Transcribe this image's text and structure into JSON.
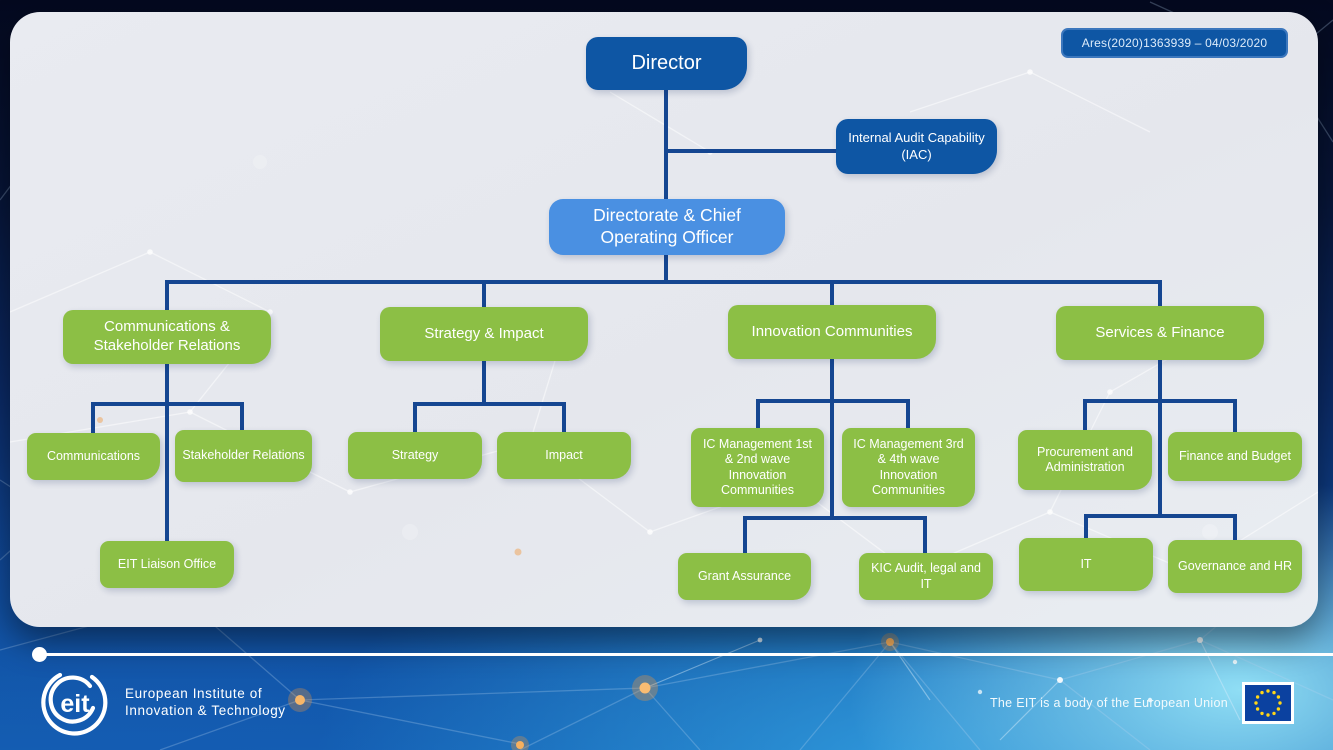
{
  "header": {
    "reference": "Ares(2020)1363939 – 04/03/2020"
  },
  "org": {
    "director": {
      "label": "Director"
    },
    "internal_audit": {
      "label": "Internal Audit Capability (IAC)"
    },
    "coo": {
      "label": "Directorate & Chief Operating Officer"
    },
    "departments": {
      "communications_stakeholder": {
        "label": "Communications & Stakeholder Relations"
      },
      "strategy_impact": {
        "label": "Strategy & Impact"
      },
      "innovation_communities": {
        "label": "Innovation Communities"
      },
      "services_finance": {
        "label": "Services & Finance"
      }
    },
    "units": {
      "communications": {
        "label": "Communications"
      },
      "stakeholder_relations": {
        "label": "Stakeholder Relations"
      },
      "eit_liaison_office": {
        "label": "EIT Liaison Office"
      },
      "strategy": {
        "label": "Strategy"
      },
      "impact": {
        "label": "Impact"
      },
      "ic_management_wave12": {
        "label": "IC Management 1st & 2nd wave Innovation Communities"
      },
      "ic_management_wave34": {
        "label": "IC Management 3rd & 4th wave Innovation Communities"
      },
      "grant_assurance": {
        "label": "Grant Assurance"
      },
      "kic_audit_legal_it": {
        "label": "KIC Audit, legal and IT"
      },
      "procurement_administration": {
        "label": "Procurement and Administration"
      },
      "finance_budget": {
        "label": "Finance and Budget"
      },
      "it": {
        "label": "IT"
      },
      "governance_hr": {
        "label": "Governance and HR"
      }
    }
  },
  "footer": {
    "logo_text": "eit",
    "institute_name_line1": "European Institute of",
    "institute_name_line2": "Innovation & Technology",
    "eu_body_note": "The EIT is a body of the European Union"
  },
  "colors": {
    "box_dark_blue": "#0e56a4",
    "box_light_blue": "#4a90e2",
    "box_green": "#8cbf45",
    "connector_blue": "#154691",
    "card_background": "#e7e9ef",
    "eu_flag_blue": "#0b41a0",
    "eu_star_yellow": "#ffd617",
    "network_node_orange": "#f7b05e"
  }
}
